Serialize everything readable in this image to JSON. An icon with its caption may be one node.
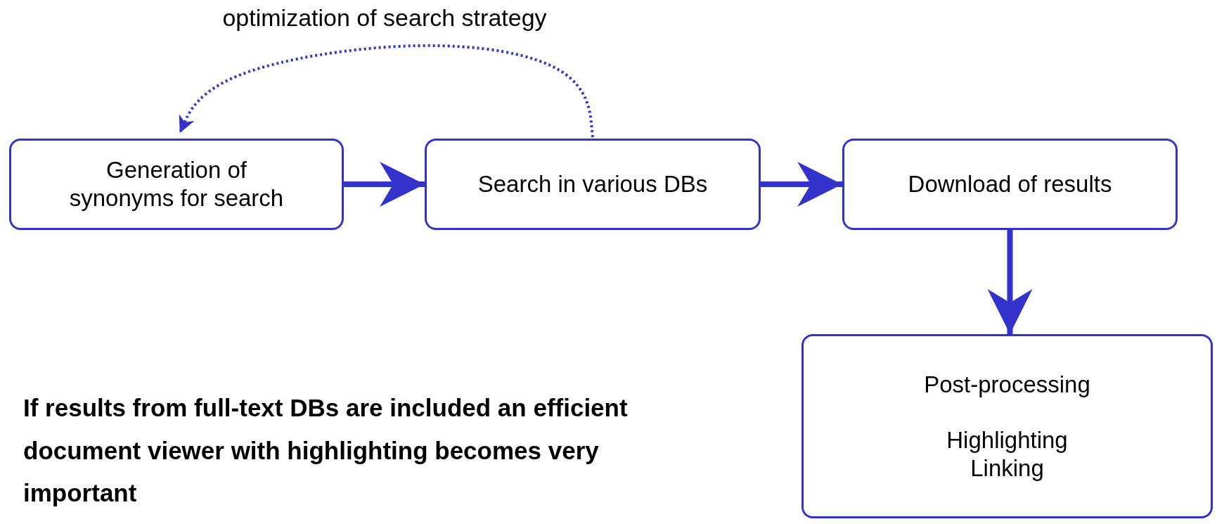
{
  "diagram": {
    "nodes": [
      {
        "text": [
          "Generation of synonyms for search"
        ]
      },
      {
        "text": [
          "Search in various DBs"
        ]
      },
      {
        "text": [
          "Download of results"
        ]
      },
      {
        "text": [
          "Post-processing",
          "Highlighting",
          "Linking"
        ]
      }
    ],
    "edges": [
      {
        "from": 0,
        "to": 1,
        "arrow": "to"
      },
      {
        "from": 1,
        "to": 2,
        "arrow": "to"
      },
      {
        "from": 2,
        "to": 3,
        "arrow": "to"
      },
      {
        "from": 1,
        "to": 0,
        "arrow": "to",
        "style": "dashed",
        "label": "optimization of search strategy"
      }
    ],
    "labels": [
      "If results from full-text DBs are included an efficient document viewer with highlighting becomes very important"
    ]
  }
}
